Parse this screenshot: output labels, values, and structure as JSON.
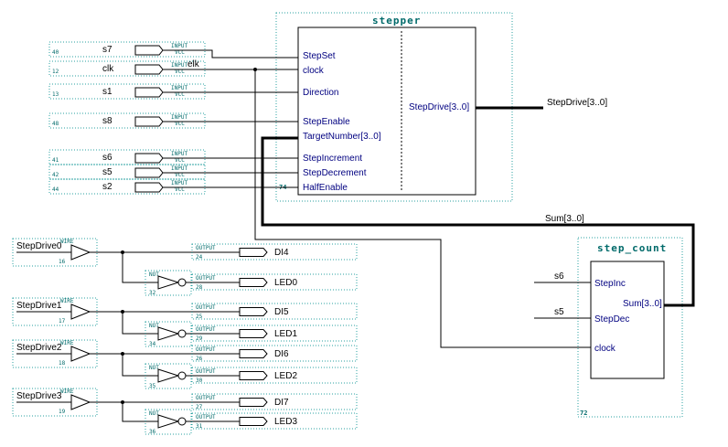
{
  "stepper": {
    "title": "stepper",
    "id": "74",
    "inputs": [
      "StepSet",
      "clock",
      "Direction",
      "StepEnable",
      "TargetNumber[3..0]",
      "StepIncrement",
      "StepDecrement",
      "HalfEnable"
    ],
    "output": "StepDrive[3..0]"
  },
  "step_count": {
    "title": "step_count",
    "id": "72",
    "inputs": [
      "StepInc",
      "StepDec",
      "clock"
    ],
    "output": "Sum[3..0]"
  },
  "inputs": [
    {
      "name": "s7",
      "pin": "40"
    },
    {
      "name": "clk",
      "pin": "12"
    },
    {
      "name": "s1",
      "pin": "13"
    },
    {
      "name": "s8",
      "pin": "48"
    },
    {
      "name": "s6",
      "pin": "41"
    },
    {
      "name": "s5",
      "pin": "42"
    },
    {
      "name": "s2",
      "pin": "44"
    }
  ],
  "input_type": "INPUT",
  "input_supply": "VCC",
  "clk_tag": "elk",
  "wire_labels": {
    "stepdrive_out": "StepDrive[3..0]",
    "sum_bus": "Sum[3..0]",
    "s6": "s6",
    "s5": "s5"
  },
  "wire_type": "WIRE",
  "not_type": "NOT",
  "output_type": "OUTPUT",
  "drivers": [
    {
      "in": "StepDrive0",
      "wire_id": "16",
      "out_di": "DI4",
      "di_pin": "24",
      "not_id": "32",
      "out_led": "LED0",
      "led_pin": "28"
    },
    {
      "in": "StepDrive1",
      "wire_id": "17",
      "out_di": "DI5",
      "di_pin": "25",
      "not_id": "34",
      "out_led": "LED1",
      "led_pin": "29"
    },
    {
      "in": "StepDrive2",
      "wire_id": "18",
      "out_di": "DI6",
      "di_pin": "26",
      "not_id": "35",
      "out_led": "LED2",
      "led_pin": "30"
    },
    {
      "in": "StepDrive3",
      "wire_id": "19",
      "out_di": "DI7",
      "di_pin": "27",
      "not_id": "36",
      "out_led": "LED3",
      "led_pin": "31"
    }
  ]
}
